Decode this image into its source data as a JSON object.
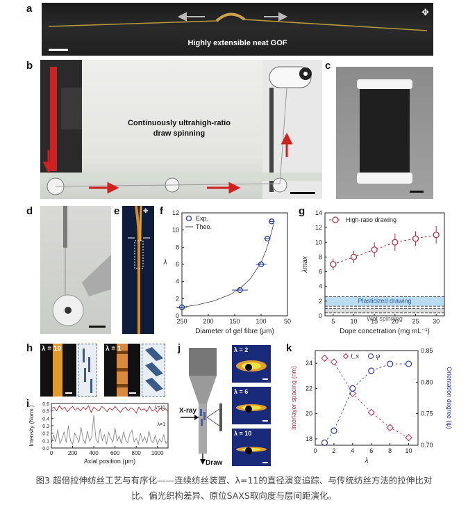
{
  "panels": {
    "a": {
      "letter": "a",
      "text": "Highly extensible neat GOF"
    },
    "b": {
      "letter": "b",
      "text_line1": "Continuously ultrahigh-ratio",
      "text_line2": "draw spinning"
    },
    "c": {
      "letter": "c"
    },
    "d": {
      "letter": "d"
    },
    "e": {
      "letter": "e"
    },
    "f": {
      "letter": "f"
    },
    "g": {
      "letter": "g"
    },
    "h": {
      "letter": "h",
      "label_left": "λ = 10",
      "label_right": "λ = 1"
    },
    "i": {
      "letter": "i"
    },
    "j": {
      "letter": "j",
      "labels": [
        "λ = 2",
        "λ = 6",
        "λ = 10"
      ],
      "xray": "X-ray",
      "draw": "Draw"
    },
    "k": {
      "letter": "k"
    }
  },
  "chart_data": [
    {
      "id": "f",
      "type": "scatter",
      "xlabel": "Diameter of gel fibre (μm)",
      "ylabel": "λ",
      "xlim": [
        250,
        50
      ],
      "ylim": [
        0,
        12
      ],
      "xticks": [
        250,
        200,
        150,
        100,
        50
      ],
      "yticks": [
        0,
        2,
        4,
        6,
        8,
        10,
        12
      ],
      "legend": [
        "Exp.",
        "Theo."
      ],
      "legend_position": "top-left",
      "series": [
        {
          "name": "Exp.",
          "x": [
            250,
            140,
            100,
            88,
            80
          ],
          "y": [
            1,
            3,
            6,
            9,
            11
          ],
          "xerr": [
            10,
            15,
            10,
            6,
            5
          ],
          "color": "#2a3a9c"
        },
        {
          "name": "Theo.",
          "x": [
            260,
            250,
            220,
            190,
            160,
            140,
            120,
            100,
            90,
            80,
            75
          ],
          "y": [
            0.93,
            1.0,
            1.29,
            1.73,
            2.44,
            3.19,
            4.34,
            6.25,
            7.72,
            9.77,
            11.1
          ],
          "color": "#444444"
        }
      ]
    },
    {
      "id": "g",
      "type": "line",
      "xlabel": "Dope concetration (mg mL⁻¹)",
      "ylabel": "λmax",
      "xlim": [
        3,
        32
      ],
      "ylim": [
        0,
        14
      ],
      "xticks": [
        5,
        10,
        15,
        20,
        25,
        30
      ],
      "yticks": [
        0,
        2,
        4,
        6,
        8,
        10,
        12,
        14
      ],
      "legend": [
        "High-ratio drawing"
      ],
      "legend_position": "top-left",
      "series": [
        {
          "name": "High-ratio drawing",
          "x": [
            5,
            10,
            15,
            20,
            25,
            30
          ],
          "y": [
            7.0,
            8.0,
            9.0,
            10.0,
            10.5,
            11.0
          ],
          "err": [
            0.8,
            0.8,
            1.0,
            1.2,
            1.0,
            1.2
          ],
          "color": "#a83244"
        }
      ],
      "bands": [
        {
          "name": "Plasticized drawing",
          "y0": 1.3,
          "y1": 2.6,
          "color": "#bcdcf2"
        },
        {
          "name": "Wet spinning",
          "y0": 0.4,
          "y1": 1.0,
          "color": "#d9d9d9"
        }
      ]
    },
    {
      "id": "i",
      "type": "line",
      "xlabel": "Axial position (μm)",
      "ylabel": "Intensity (Norm.)",
      "xlim": [
        0,
        1100
      ],
      "ylim": [
        0,
        0.6
      ],
      "xticks": [
        0,
        200,
        400,
        600,
        800,
        1000
      ],
      "yticks": [
        0.0,
        0.1,
        0.2,
        0.3,
        0.4,
        0.5,
        0.6
      ],
      "annotations": [
        "λ=10",
        "λ=1"
      ],
      "series": [
        {
          "name": "λ=10",
          "color": "#b0303a",
          "x": [
            0,
            25,
            50,
            75,
            100,
            125,
            150,
            175,
            200,
            225,
            250,
            275,
            300,
            325,
            350,
            375,
            400,
            425,
            450,
            475,
            500,
            525,
            550,
            575,
            600,
            625,
            650,
            675,
            700,
            725,
            750,
            775,
            800,
            825,
            850,
            875,
            900,
            925,
            950,
            975,
            1000,
            1025,
            1050,
            1075,
            1100
          ],
          "y": [
            0.53,
            0.55,
            0.5,
            0.57,
            0.52,
            0.55,
            0.49,
            0.53,
            0.56,
            0.51,
            0.54,
            0.5,
            0.55,
            0.52,
            0.57,
            0.48,
            0.55,
            0.52,
            0.5,
            0.56,
            0.53,
            0.49,
            0.54,
            0.51,
            0.56,
            0.52,
            0.48,
            0.53,
            0.55,
            0.5,
            0.54,
            0.52,
            0.47,
            0.55,
            0.51,
            0.53,
            0.49,
            0.56,
            0.5,
            0.52,
            0.48,
            0.54,
            0.5,
            0.53,
            0.49
          ]
        },
        {
          "name": "λ=1",
          "color": "#8a8a8a",
          "x": [
            0,
            20,
            40,
            60,
            80,
            100,
            120,
            140,
            160,
            180,
            200,
            220,
            240,
            260,
            280,
            300,
            320,
            340,
            360,
            380,
            400,
            420,
            440,
            460,
            480,
            500,
            520,
            540,
            560,
            580,
            600,
            620,
            640,
            660,
            680,
            700,
            720,
            740,
            760,
            780,
            800,
            820,
            840,
            860,
            880,
            900,
            920,
            940,
            960,
            980,
            1000,
            1020,
            1040,
            1060,
            1080,
            1100
          ],
          "y": [
            0.05,
            0.18,
            0.08,
            0.25,
            0.06,
            0.12,
            0.22,
            0.07,
            0.3,
            0.1,
            0.05,
            0.2,
            0.14,
            0.08,
            0.28,
            0.11,
            0.06,
            0.23,
            0.09,
            0.15,
            0.44,
            0.12,
            0.07,
            0.26,
            0.1,
            0.18,
            0.05,
            0.21,
            0.13,
            0.08,
            0.27,
            0.09,
            0.16,
            0.06,
            0.22,
            0.11,
            0.07,
            0.19,
            0.24,
            0.08,
            0.13,
            0.05,
            0.2,
            0.09,
            0.15,
            0.06,
            0.23,
            0.1,
            0.07,
            0.17,
            0.05,
            0.12,
            0.08,
            0.18,
            0.06,
            0.1
          ]
        }
      ]
    },
    {
      "id": "k",
      "type": "line",
      "xlabel": "λ",
      "ylabel": "Interlayer spacing (nm)",
      "ylabel_right": "Orientation degree (ψ)",
      "xlim": [
        0,
        11
      ],
      "ylim": [
        17.5,
        25.0
      ],
      "ylim_right": [
        0.7,
        0.85
      ],
      "xticks": [
        0,
        2,
        4,
        6,
        8,
        10
      ],
      "yticks": [
        18,
        20,
        22,
        24
      ],
      "yticks_right": [
        0.7,
        0.75,
        0.8,
        0.85
      ],
      "legend": [
        "I_s",
        "ψ"
      ],
      "legend_position": "top",
      "series": [
        {
          "name": "I_s",
          "axis": "left",
          "x": [
            1,
            2,
            4,
            6,
            8,
            10
          ],
          "y": [
            24.4,
            24.1,
            21.6,
            20.1,
            18.9,
            18.1
          ],
          "color": "#b03050",
          "marker": "diamond"
        },
        {
          "name": "ψ",
          "axis": "right",
          "x": [
            1,
            2,
            4,
            6,
            8,
            10
          ],
          "y": [
            0.704,
            0.723,
            0.79,
            0.818,
            0.829,
            0.829
          ],
          "color": "#2a3a9c",
          "marker": "circle"
        }
      ]
    }
  ],
  "caption": {
    "line1": "图3 超倍拉伸纺丝工艺与有序化——连续纺丝装置、λ=11的直径演变追踪、与传统纺丝方法的拉伸比对",
    "line2": "比、偏光织构差异、原位SAXS取向度与层间距演化。"
  }
}
